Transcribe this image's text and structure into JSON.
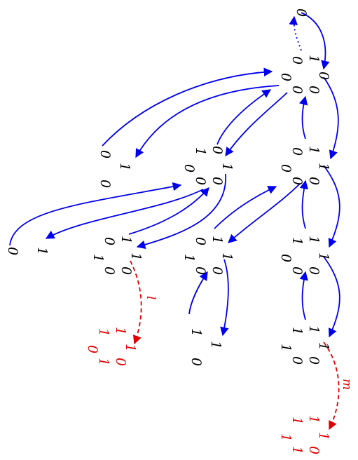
{
  "colors": {
    "edge": "#0000ee",
    "highlight": "#e00000",
    "text": "#000000"
  },
  "nodes": [
    {
      "id": "n0",
      "labels": [
        "0"
      ]
    },
    {
      "id": "n1",
      "labels": [
        "0",
        "0",
        "1",
        "0",
        "0",
        "0"
      ]
    },
    {
      "id": "n2",
      "labels": [
        "0",
        "0",
        "1",
        "1",
        "0",
        "0"
      ]
    },
    {
      "id": "n3",
      "labels": [
        "0",
        "1",
        "0"
      ]
    },
    {
      "id": "n4",
      "labels": [
        "0",
        "1",
        "0",
        "1",
        "0",
        "0"
      ]
    },
    {
      "id": "n5",
      "labels": [
        "0",
        "1"
      ]
    },
    {
      "id": "n6",
      "labels": [
        "1",
        "0",
        "1",
        "1",
        "0",
        "0"
      ]
    },
    {
      "id": "n7",
      "labels": [
        "1",
        "0",
        "1",
        "1",
        "0",
        "0"
      ]
    },
    {
      "id": "n8",
      "labels": [
        "0",
        "1",
        "1",
        "1",
        "0",
        "0"
      ]
    },
    {
      "id": "n9",
      "labels": [
        "0",
        "1",
        "1",
        "1",
        "1",
        "0"
      ]
    },
    {
      "id": "n10",
      "labels": [
        "1",
        "1",
        "0"
      ]
    },
    {
      "id": "n11",
      "labels": [
        "1",
        "1",
        "1",
        "1",
        "0",
        "0"
      ]
    },
    {
      "id": "n12",
      "labels": [
        "1",
        "1",
        "1",
        "1",
        "1",
        "0"
      ]
    }
  ],
  "edge_labels": {
    "l": "l",
    "m": "m"
  }
}
